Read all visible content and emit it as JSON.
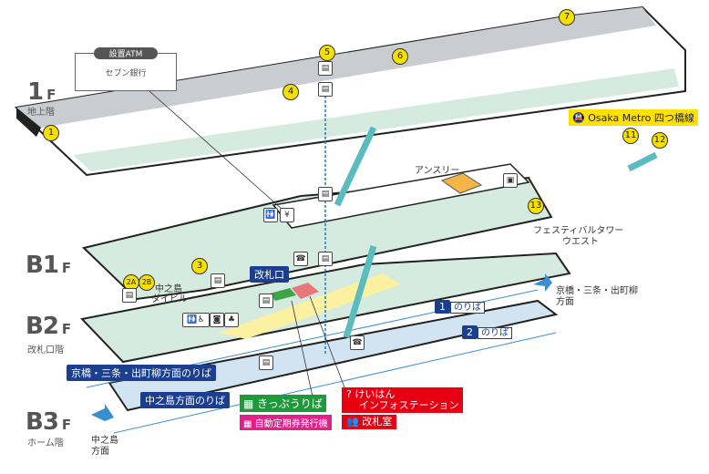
{
  "floors": {
    "f1": {
      "label": "1",
      "unit": "F",
      "sub": "地上階"
    },
    "b1": {
      "label": "B1",
      "unit": "F"
    },
    "b2": {
      "label": "B2",
      "unit": "F",
      "sub": "改札口階"
    },
    "b3": {
      "label": "B3",
      "unit": "F",
      "sub": "ホーム階"
    }
  },
  "atm": {
    "title": "設置ATM",
    "bank": "セブン銀行"
  },
  "exits": [
    "1",
    "2A",
    "2B",
    "3",
    "4",
    "5",
    "6",
    "7",
    "11",
    "12",
    "13"
  ],
  "places": {
    "ansuri": "アンスリー",
    "festival_1": "フェスティバルタワー",
    "festival_2": "ウエスト",
    "daibiru_1": "中之島",
    "daibiru_2": "ダイビル",
    "metro": "Osaka Metro 四つ橋線",
    "gate": "改札口",
    "direction_nakanoshima_1": "中之島",
    "direction_nakanoshima_2": "方面",
    "direction_kyobashi_1": "京橋・三条・出町柳",
    "direction_kyobashi_2": "方面"
  },
  "platforms": {
    "p1_num": "1",
    "p1": "のりば",
    "p2_num": "2",
    "p2": "のりば",
    "kyobashi": "京橋・三条・出町柳方面のりば",
    "nakanoshima": "中之島方面のりば"
  },
  "legend": {
    "tickets": "きっぷうりば",
    "commuter": "自動定期券発行機",
    "info_1": "けいはん",
    "info_2": "インフォステーション",
    "office": "改札室"
  },
  "colors": {
    "accent": "#1b3f8e",
    "floor_green": "#d6ebdf",
    "concourse": "#fbf1a0",
    "platform": "#d2e4f2",
    "escalator": "#5bbcc0"
  }
}
